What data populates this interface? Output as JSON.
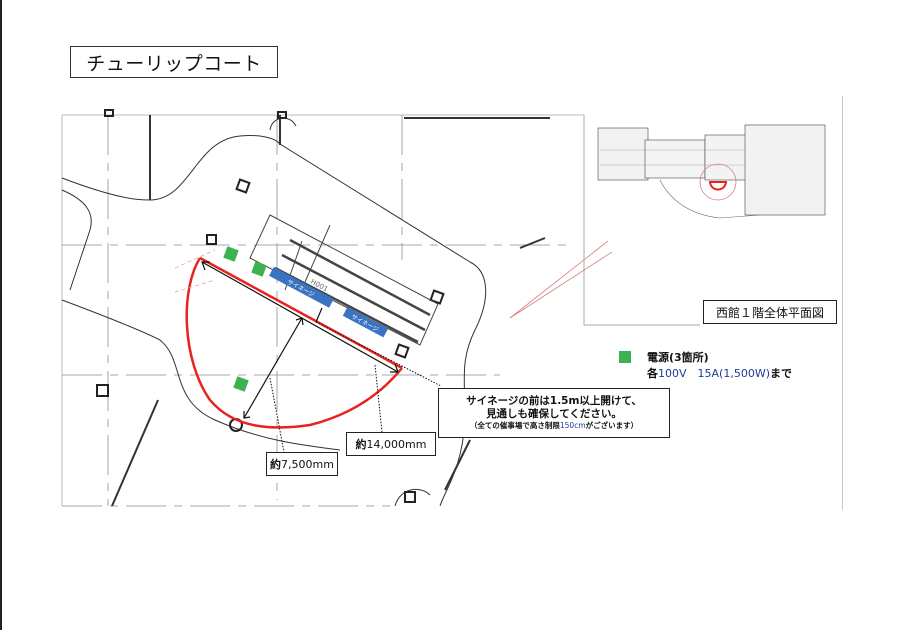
{
  "title": "チューリップコート",
  "dimensions": {
    "depth_prefix": "約",
    "depth_value": "7,500mm",
    "width_prefix": "約",
    "width_value": "14,000mm"
  },
  "notice": {
    "line1": "サイネージの前は1.5m以上開けて、",
    "line2": "見通しも確保してください。",
    "line3_prefix": "（全ての催事場で高さ制限",
    "line3_value": "150cm",
    "line3_suffix": "がございます）"
  },
  "inset": {
    "label": "西館１階全体平面図"
  },
  "legend": {
    "title": "電源(3箇所)",
    "spec_prefix": "各",
    "spec_value": "100V　15A(1,500W)",
    "spec_suffix": "まで",
    "swatch_color": "#3cb250"
  },
  "signage": [
    {
      "label": "サイネージ"
    },
    {
      "label": "サイネージ"
    }
  ],
  "equipment_label": "H001",
  "colors": {
    "area_outline": "#e8231f",
    "signage": "#3a74c0",
    "power": "#3cb250"
  }
}
